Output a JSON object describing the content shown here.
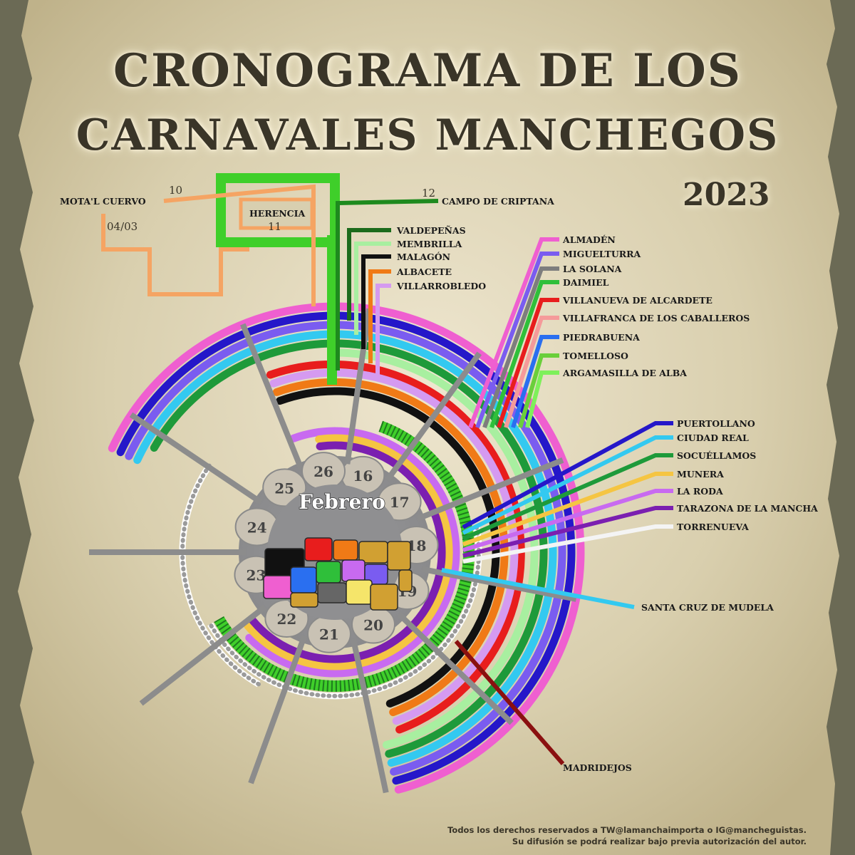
{
  "header": {
    "title_line1": "CRONOGRAMA DE LOS",
    "title_line2": "CARNAVALES MANCHEGOS",
    "year": "2023"
  },
  "center": {
    "month": "Febrero"
  },
  "days": [
    "16",
    "17",
    "18",
    "19",
    "20",
    "21",
    "22",
    "23",
    "24",
    "25",
    "26"
  ],
  "extra_dates": {
    "mota_day": "10",
    "herencia_day": "11",
    "campo_day": "12",
    "mota_end": "04/03"
  },
  "towns": {
    "mota": {
      "name": "MOTA'L CUERVO",
      "color": "#f5a463"
    },
    "herencia": {
      "name": "HERENCIA",
      "color": "#3fcf2a"
    },
    "campo": {
      "name": "CAMPO DE CRIPTANA",
      "color": "#1e8a1e"
    },
    "valdepenas": {
      "name": "VALDEPEÑAS",
      "color": "#1c6b1c"
    },
    "membrilla": {
      "name": "MEMBRILLA",
      "color": "#a8efa0"
    },
    "malagon": {
      "name": "MALAGÓN",
      "color": "#111111"
    },
    "albacete": {
      "name": "ALBACETE",
      "color": "#f07a16"
    },
    "villarrobledo": {
      "name": "VILLARROBLEDO",
      "color": "#d59af0"
    },
    "almaden": {
      "name": "ALMADÉN",
      "color": "#ef5fd0"
    },
    "miguelturra": {
      "name": "MIGUELTURRA",
      "color": "#7a5cf0"
    },
    "lasolana": {
      "name": "LA SOLANA",
      "color": "#7d7d7d"
    },
    "daimiel": {
      "name": "DAIMIEL",
      "color": "#2fbf3a"
    },
    "villanueva": {
      "name": "VILLANUEVA DE ALCARDETE",
      "color": "#e81d1d"
    },
    "villafranca": {
      "name": "VILLAFRANCA DE LOS CABALLEROS",
      "color": "#f59a9a"
    },
    "piedrabuena": {
      "name": "PIEDRABUENA",
      "color": "#2a6ff0"
    },
    "tomelloso": {
      "name": "TOMELLOSO",
      "color": "#6acf3a"
    },
    "argamasilla": {
      "name": "ARGAMASILLA DE ALBA",
      "color": "#7ef05a"
    },
    "puertollano": {
      "name": "PUERTOLLANO",
      "color": "#2517c9"
    },
    "ciudadreal": {
      "name": "CIUDAD REAL",
      "color": "#33c9f0"
    },
    "socuellamos": {
      "name": "SOCUÉLLAMOS",
      "color": "#1e9a3a"
    },
    "munera": {
      "name": "MUNERA",
      "color": "#f5c542"
    },
    "laroda": {
      "name": "LA RODA",
      "color": "#c86af0"
    },
    "tarazona": {
      "name": "TARAZONA DE LA MANCHA",
      "color": "#7b1fb0"
    },
    "torrenueva": {
      "name": "TORRENUEVA",
      "color": "#f4f4f4"
    },
    "santacruz": {
      "name": "SANTA CRUZ DE MUDELA",
      "color": "#33c9f0"
    },
    "madridejos": {
      "name": "MADRIDEJOS",
      "color": "#8a1010"
    }
  },
  "footer": {
    "line1": "Todos los derechos reservados a TW@lamanchaimporta o IG@mancheguistas.",
    "line2": "Su difusión se podrá realizar bajo previa autorización del autor."
  }
}
